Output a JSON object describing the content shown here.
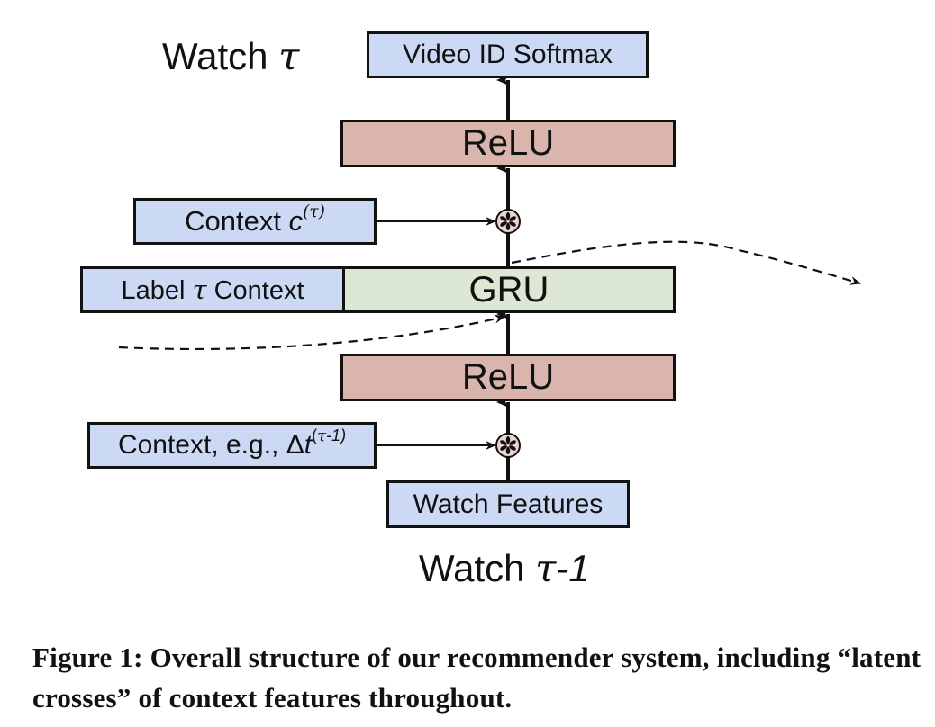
{
  "figure": {
    "top_label": {
      "prefix": "Watch",
      "symbol": "τ"
    },
    "bottom_label": {
      "prefix": "Watch",
      "symbol": "τ",
      "suffix": "-1"
    },
    "nodes": {
      "softmax": "Video ID Softmax",
      "relu_top": "ReLU",
      "context_top": {
        "text": "Context ",
        "var": "c",
        "sup": "(τ)"
      },
      "label_context": {
        "prefix": "Label ",
        "symbol": "τ",
        "suffix": " Context"
      },
      "gru": "GRU",
      "relu_bottom": "ReLU",
      "context_bottom": {
        "text": "Context, e.g., Δ",
        "var": "t",
        "sup_open": "(",
        "sup_symbol": "τ",
        "sup_rest": "-1)"
      },
      "watch_features": "Watch Features"
    },
    "operators": [
      "latent-cross",
      "latent-cross"
    ],
    "colors": {
      "input_blue": "#ccd9f4",
      "relu_red": "#d9b5ad",
      "gru_green": "#dce8d3",
      "cross_node": "#ecd3cf",
      "stroke": "#111111"
    }
  },
  "caption": "Figure 1: Overall structure of our recommender system, including “latent crosses” of context features throughout."
}
